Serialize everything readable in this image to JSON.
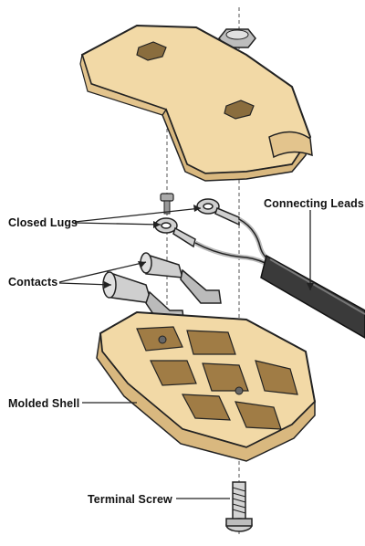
{
  "labels": {
    "closed_lugs": "Closed Lugs",
    "contacts": "Contacts",
    "molded_shell": "Molded Shell",
    "terminal_screw": "Terminal Screw",
    "connecting_leads": "Connecting Leads"
  },
  "colors": {
    "shell_fill": "#f2d9a6",
    "shell_shadow": "#d9b87f",
    "metal": "#c9c9c9",
    "metal_dark": "#8a8a8a",
    "cable": "#3a3a3a",
    "outline": "#222222"
  }
}
